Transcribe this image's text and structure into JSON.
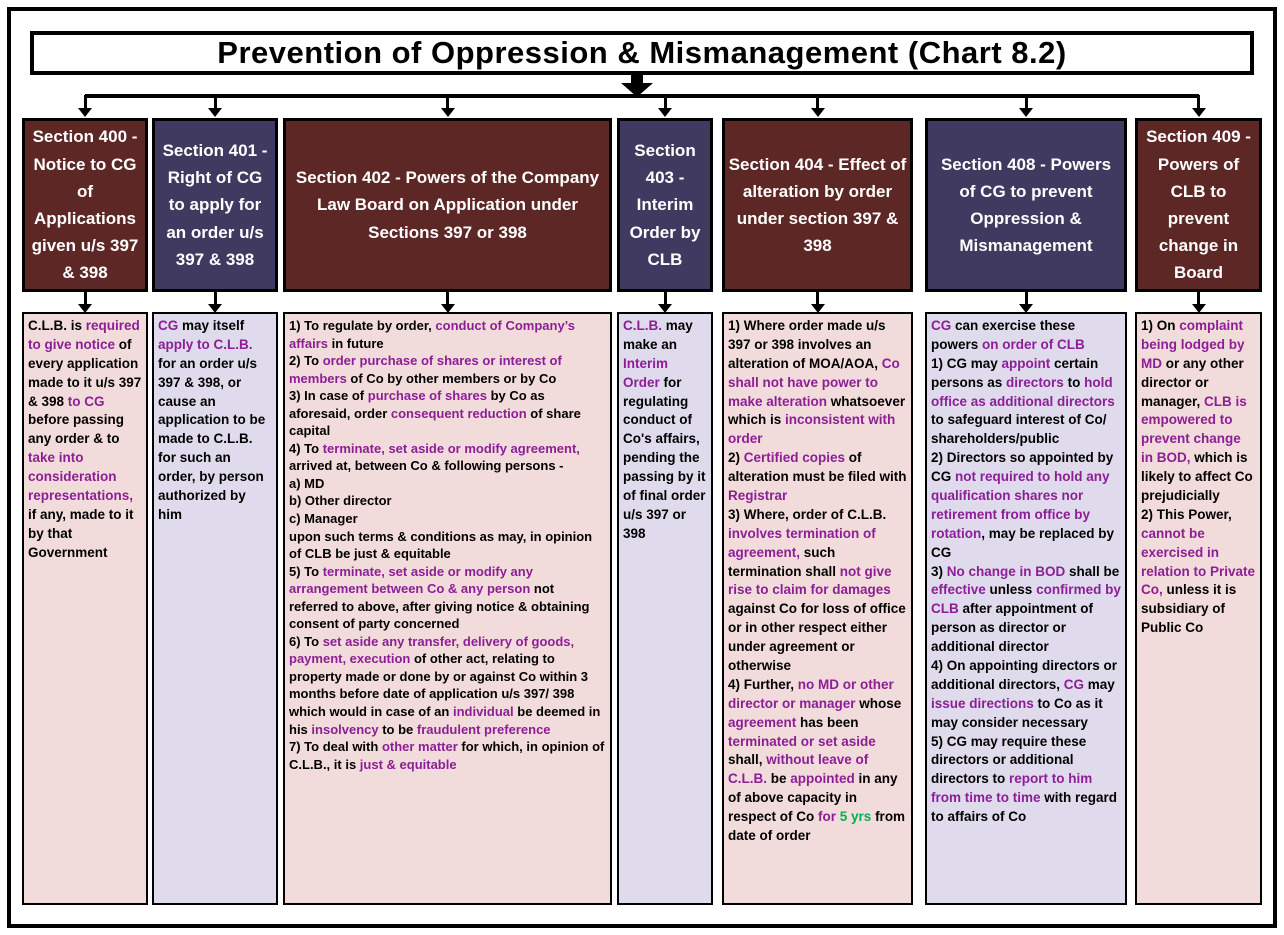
{
  "title": "Prevention of Oppression & Mismanagement (Chart 8.2)",
  "colors": {
    "black_text": "#000000",
    "accent_text": "#8C1E96",
    "green_text": "#00B050",
    "maroon_header": "#5D2726",
    "purple_header": "#403A60",
    "pink_body": "#F2DCDB",
    "lavender_body": "#DFDBEC",
    "header_text": "#FFFFFF",
    "line_color": "#000000"
  },
  "columns": [
    {
      "header": "Section 400 - Notice to CG of Applications given u/s 397 & 398",
      "variant": "maroon",
      "body": [
        {
          "t": "C.L.B. is ",
          "c": "k"
        },
        {
          "t": "required to give notice",
          "c": "p"
        },
        {
          "t": " of every application made to it u/s 397 & 398 ",
          "c": "k"
        },
        {
          "t": "to CG",
          "c": "p"
        },
        {
          "t": " before passing any order & to ",
          "c": "k"
        },
        {
          "t": "take into consideration representations,",
          "c": "p"
        },
        {
          "t": " if any, made to it by that Government",
          "c": "k"
        }
      ]
    },
    {
      "header": "Section 401 - Right of CG to apply for an order u/s 397 & 398",
      "variant": "purple",
      "body": [
        {
          "t": "CG",
          "c": "p"
        },
        {
          "t": " may itself ",
          "c": "k"
        },
        {
          "t": "apply to C.L.B.",
          "c": "p"
        },
        {
          "t": " for an order u/s 397 & 398, or cause an application to be made to C.L.B. for such an order, by person authorized by him",
          "c": "k"
        }
      ]
    },
    {
      "header": "Section 402 - Powers of the Company Law Board on Application under Sections 397 or 398",
      "variant": "maroon",
      "body": [
        {
          "t": "1) To regulate by order, ",
          "c": "k"
        },
        {
          "t": "conduct of Company’s affairs",
          "c": "p"
        },
        {
          "t": " in future\n2) To ",
          "c": "k"
        },
        {
          "t": "order purchase of shares or interest of members",
          "c": "p"
        },
        {
          "t": " of Co by other members or by Co\n3) In case of ",
          "c": "k"
        },
        {
          "t": "purchase of shares",
          "c": "p"
        },
        {
          "t": " by Co as aforesaid, order ",
          "c": "k"
        },
        {
          "t": "consequent reduction",
          "c": "p"
        },
        {
          "t": " of share capital\n4) To ",
          "c": "k"
        },
        {
          "t": "terminate, set aside or modify agreement,",
          "c": "p"
        },
        {
          "t": " arrived at, between Co & following persons -\na) MD\nb) Other director\nc) Manager\nupon such terms & conditions as may, in opinion of CLB be just & equitable\n5) To ",
          "c": "k"
        },
        {
          "t": "terminate, set aside or modify any arrangement between Co & any person",
          "c": "p"
        },
        {
          "t": " not referred to above, after giving notice & obtaining consent of party concerned\n6) To ",
          "c": "k"
        },
        {
          "t": "set aside any transfer, delivery of goods, payment, execution",
          "c": "p"
        },
        {
          "t": " of other act, relating to property made or done by or against Co within 3 months before date of application u/s 397/ 398 which would in case of an ",
          "c": "k"
        },
        {
          "t": "individual",
          "c": "p"
        },
        {
          "t": " be deemed in his ",
          "c": "k"
        },
        {
          "t": "insolvency",
          "c": "p"
        },
        {
          "t": " to be ",
          "c": "k"
        },
        {
          "t": "fraudulent preference",
          "c": "p"
        },
        {
          "t": "\n7) To deal with ",
          "c": "k"
        },
        {
          "t": "other matter",
          "c": "p"
        },
        {
          "t": " for which, in opinion of C.L.B., it is ",
          "c": "k"
        },
        {
          "t": "just & equitable",
          "c": "p"
        }
      ]
    },
    {
      "header": "Section 403 - Interim Order by CLB",
      "variant": "purple",
      "body": [
        {
          "t": "C.L.B.",
          "c": "p"
        },
        {
          "t": " may make an ",
          "c": "k"
        },
        {
          "t": "Interim Order",
          "c": "p"
        },
        {
          "t": " for regulating conduct of Co's affairs, pending the passing by it of final order u/s 397 or 398",
          "c": "k"
        }
      ]
    },
    {
      "header": "Section 404 - Effect of alteration by order under section 397 & 398",
      "variant": "maroon",
      "body": [
        {
          "t": "1) Where order made u/s 397 or 398 involves an alteration of MOA/AOA, ",
          "c": "k"
        },
        {
          "t": "Co shall not have power to make alteration",
          "c": "p"
        },
        {
          "t": " whatsoever which is ",
          "c": "k"
        },
        {
          "t": "inconsistent with order",
          "c": "p"
        },
        {
          "t": "\n2) ",
          "c": "k"
        },
        {
          "t": "Certified copies",
          "c": "p"
        },
        {
          "t": " of alteration must be filed with ",
          "c": "k"
        },
        {
          "t": "Registrar",
          "c": "p"
        },
        {
          "t": "\n3) Where, order of C.L.B. ",
          "c": "k"
        },
        {
          "t": "involves termination of agreement,",
          "c": "p"
        },
        {
          "t": " such termination shall ",
          "c": "k"
        },
        {
          "t": "not give rise to claim for damages",
          "c": "p"
        },
        {
          "t": " against Co for loss of office or in other respect either under agreement or otherwise\n4) Further, ",
          "c": "k"
        },
        {
          "t": "no MD or other director or manager",
          "c": "p"
        },
        {
          "t": " whose ",
          "c": "k"
        },
        {
          "t": "agreement",
          "c": "p"
        },
        {
          "t": " has been ",
          "c": "k"
        },
        {
          "t": "terminated or set aside",
          "c": "p"
        },
        {
          "t": " shall, ",
          "c": "k"
        },
        {
          "t": "without leave of C.L.B.",
          "c": "p"
        },
        {
          "t": " be ",
          "c": "k"
        },
        {
          "t": "appointed",
          "c": "p"
        },
        {
          "t": " in any of above capacity in respect of Co ",
          "c": "k"
        },
        {
          "t": "for ",
          "c": "p"
        },
        {
          "t": "5 yrs",
          "c": "g"
        },
        {
          "t": " from date of order",
          "c": "k"
        }
      ]
    },
    {
      "header": "Section 408 - Powers of CG to prevent Oppression & Mismanagement",
      "variant": "purple",
      "body": [
        {
          "t": "CG",
          "c": "p"
        },
        {
          "t": " can exercise these powers ",
          "c": "k"
        },
        {
          "t": "on order of CLB",
          "c": "p"
        },
        {
          "t": "\n1) CG may ",
          "c": "k"
        },
        {
          "t": "appoint",
          "c": "p"
        },
        {
          "t": " certain persons as ",
          "c": "k"
        },
        {
          "t": "directors",
          "c": "p"
        },
        {
          "t": " to ",
          "c": "k"
        },
        {
          "t": "hold office as additional directors",
          "c": "p"
        },
        {
          "t": " to safeguard interest of Co/ shareholders/public\n2) Directors so appointed by CG ",
          "c": "k"
        },
        {
          "t": "not required to hold any qualification shares nor retirement from office by rotation",
          "c": "p"
        },
        {
          "t": ", may be replaced by CG\n3) ",
          "c": "k"
        },
        {
          "t": "No change in BOD",
          "c": "p"
        },
        {
          "t": " shall be ",
          "c": "k"
        },
        {
          "t": "effective",
          "c": "p"
        },
        {
          "t": " unless ",
          "c": "k"
        },
        {
          "t": "confirmed by CLB",
          "c": "p"
        },
        {
          "t": " after appointment of person as director or additional director\n4) On appointing directors or additional directors, ",
          "c": "k"
        },
        {
          "t": "CG",
          "c": "p"
        },
        {
          "t": " may ",
          "c": "k"
        },
        {
          "t": "issue directions",
          "c": "p"
        },
        {
          "t": " to Co as it may consider necessary\n5) CG may require these directors or additional directors to ",
          "c": "k"
        },
        {
          "t": "report to him from time to time",
          "c": "p"
        },
        {
          "t": " with regard to affairs of Co",
          "c": "k"
        }
      ]
    },
    {
      "header": "Section 409 - Powers of CLB to prevent change in Board",
      "variant": "maroon",
      "body": [
        {
          "t": "1) On ",
          "c": "k"
        },
        {
          "t": "complaint being lodged by MD",
          "c": "p"
        },
        {
          "t": " or any other director or manager, ",
          "c": "k"
        },
        {
          "t": "CLB is empowered to prevent change in BOD,",
          "c": "p"
        },
        {
          "t": " which is likely to affect Co prejudicially\n2) This Power, ",
          "c": "k"
        },
        {
          "t": "cannot be exercised in relation to Private Co,",
          "c": "p"
        },
        {
          "t": " unless it is subsidiary of Public Co",
          "c": "k"
        }
      ]
    }
  ]
}
